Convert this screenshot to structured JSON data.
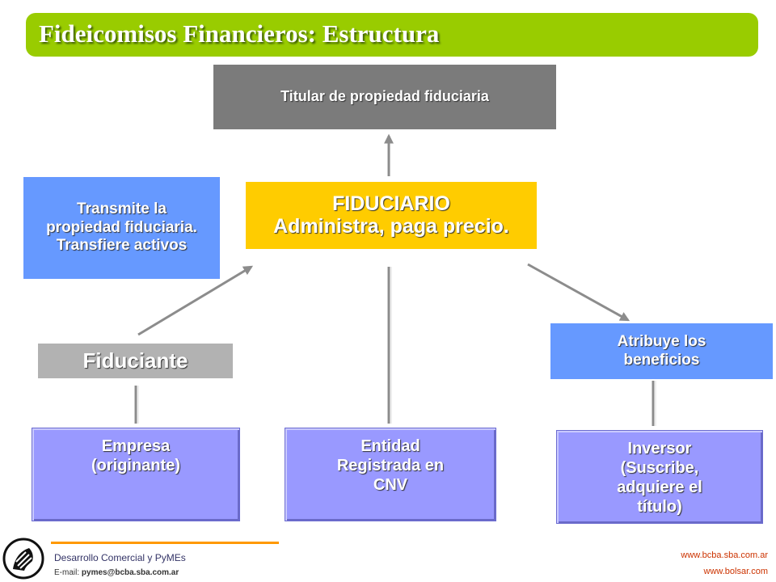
{
  "title": "Fideicomisos Financieros: Estructura",
  "boxes": {
    "titular": "Titular de propiedad fiduciaria",
    "fiduciario_line1": "FIDUCIARIO",
    "fiduciario_line2": "Administra, paga precio.",
    "transmite": "Transmite la propiedad fiduciaria. Transfiere activos",
    "fiduciante": "Fiduciante",
    "atribuye": "Atribuye los beneficios",
    "empresa": "Empresa (originante)",
    "entidad": "Entidad Registrada en CNV",
    "inversor": "Inversor (Suscribe, adquiere el título)"
  },
  "footer": {
    "department": "Desarrollo Comercial y PyMEs",
    "email_label": "E-mail: ",
    "email": "pymes@bcba.sba.com.ar",
    "web1": "www.bcba.sba.com.ar",
    "web2": "www.bolsar.com"
  },
  "colors": {
    "title_bar": "#99cc00",
    "titular": "#7b7b7b",
    "fiduciario": "#ffcc00",
    "blue_box": "#6699ff",
    "lavender_box": "#9999ff",
    "fiduciante": "#b2b2b2",
    "arrow": "#8c8c8c"
  }
}
